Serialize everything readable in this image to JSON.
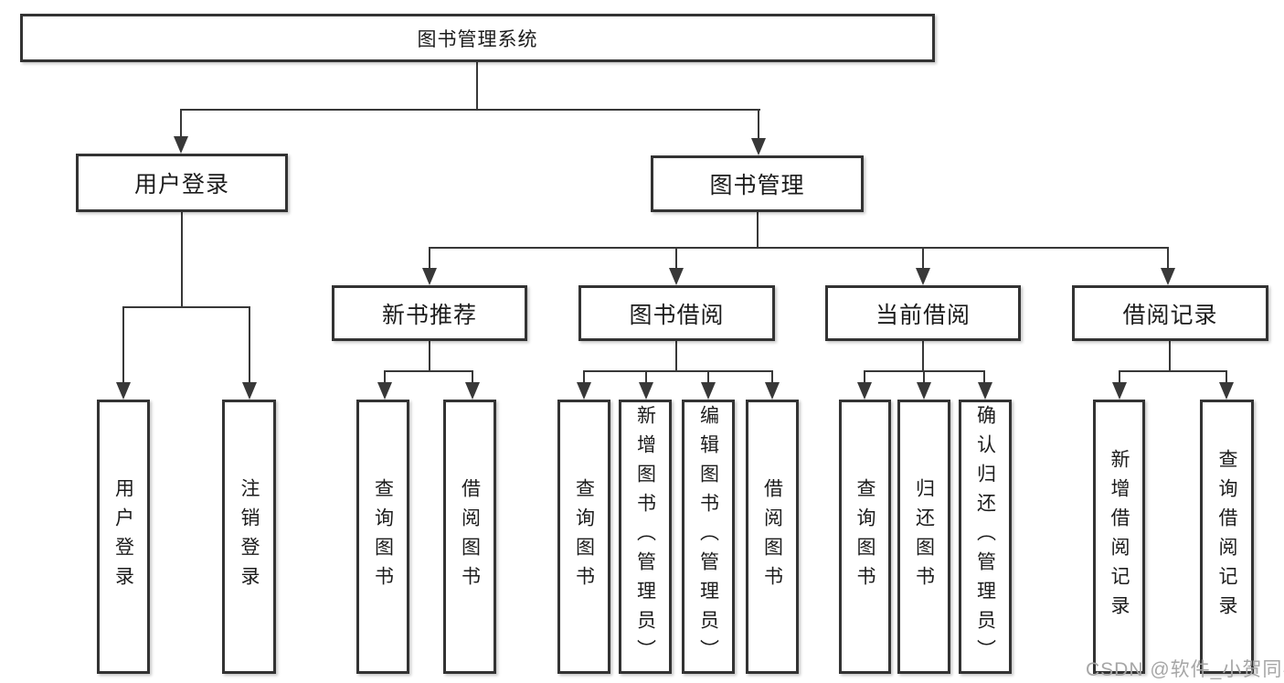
{
  "diagram": {
    "title": "图书管理系统",
    "root": {
      "label": "图书管理系统"
    },
    "level2": [
      {
        "label": "用户登录"
      },
      {
        "label": "图书管理"
      }
    ],
    "level3": [
      {
        "label": "新书推荐",
        "parent": "图书管理"
      },
      {
        "label": "图书借阅",
        "parent": "图书管理"
      },
      {
        "label": "当前借阅",
        "parent": "图书管理"
      },
      {
        "label": "借阅记录",
        "parent": "图书管理"
      }
    ],
    "leaves": [
      {
        "label": "用户登录",
        "parent": "用户登录"
      },
      {
        "label": "注销登录",
        "parent": "用户登录"
      },
      {
        "label": "查询图书",
        "parent": "新书推荐"
      },
      {
        "label": "借阅图书",
        "parent": "新书推荐"
      },
      {
        "label": "查询图书",
        "parent": "图书借阅"
      },
      {
        "label": "新增图书（管理员）",
        "parent": "图书借阅"
      },
      {
        "label": "编辑图书（管理员）",
        "parent": "图书借阅"
      },
      {
        "label": "借阅图书",
        "parent": "图书借阅"
      },
      {
        "label": "查询图书",
        "parent": "当前借阅"
      },
      {
        "label": "归还图书",
        "parent": "当前借阅"
      },
      {
        "label": "确认归还（管理员）",
        "parent": "当前借阅"
      },
      {
        "label": "新增借阅记录",
        "parent": "借阅记录"
      },
      {
        "label": "查询借阅记录",
        "parent": "借阅记录"
      }
    ],
    "colors": {
      "line": "#383838",
      "box_border": "#333333",
      "box_fill": "#ffffff",
      "text": "#1c1c1c",
      "watermark": "#a6a6a6"
    }
  },
  "watermark": {
    "text": "CSDN @软件_小贺同学"
  }
}
